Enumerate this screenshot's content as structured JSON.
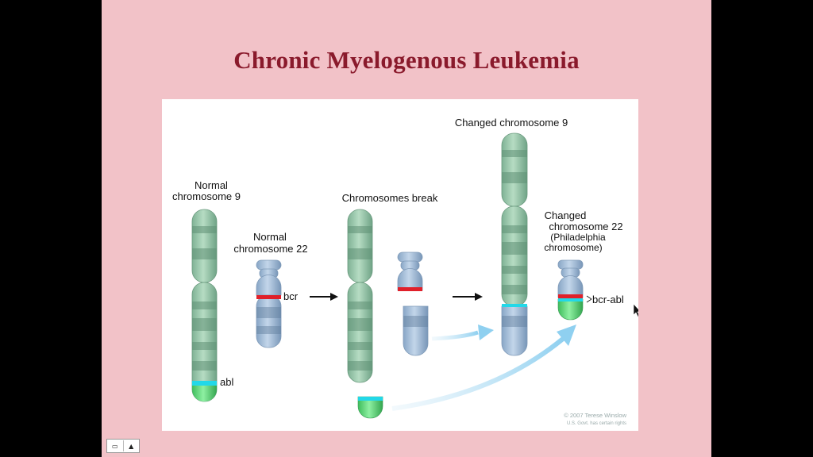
{
  "slide": {
    "title": "Chronic Myelogenous Leukemia",
    "background": "#f2c2c8",
    "title_color": "#8a1a2c"
  },
  "diagram": {
    "labels": {
      "normal_9_line1": "Normal",
      "normal_9_line2": "chromosome 9",
      "normal_22_line1": "Normal",
      "normal_22_line2": "chromosome 22",
      "bcr": "bcr",
      "abl": "abl",
      "break": "Chromosomes break",
      "changed_9": "Changed chromosome 9",
      "changed_22_line1": "Changed",
      "changed_22_line2": "chromosome 22",
      "changed_22_line3": "(Philadelphia",
      "changed_22_line4": "chromosome)",
      "bcr_abl": "bcr-abl",
      "copyright_line1": "© 2007 Terese Winslow",
      "copyright_line2": "U.S. Govt. has certain rights"
    },
    "colors": {
      "chromosome_9": "#8fbfa3",
      "chromosome_22": "#9ab6d3",
      "bcr": "#e0202a",
      "abl": "#22d8e8",
      "abl_segment": "#4fd070"
    }
  },
  "nav": {
    "menu_icon": "slide-menu-icon",
    "up_icon": "up-arrow-icon",
    "up_glyph": "▲",
    "menu_glyph": "▭"
  }
}
